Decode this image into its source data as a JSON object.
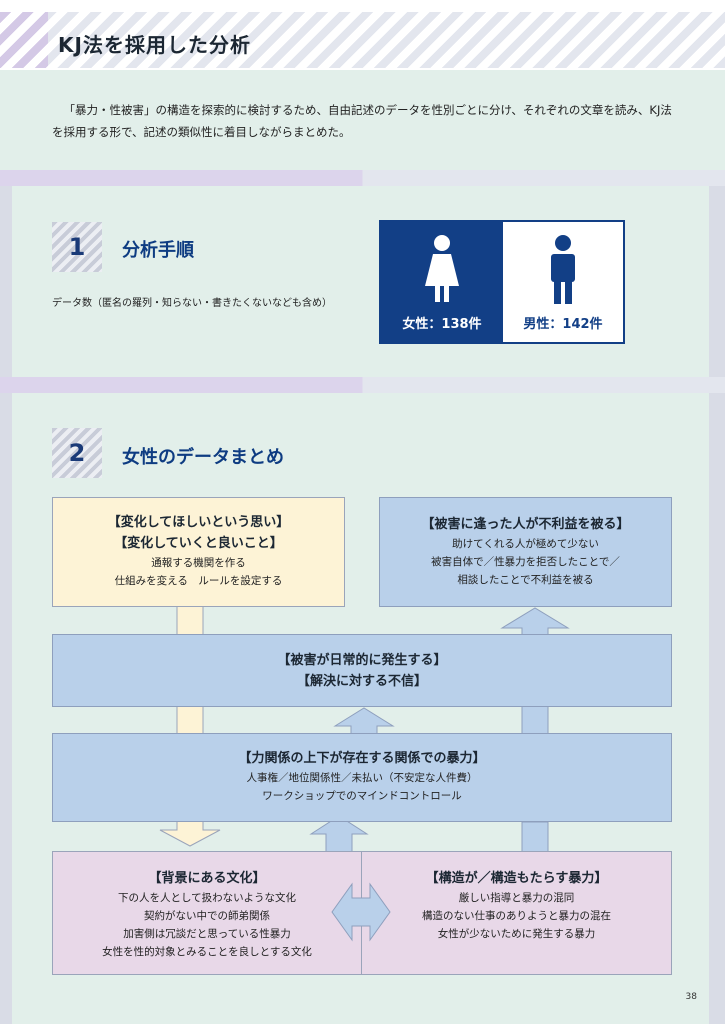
{
  "header": {
    "title": "KJ法を採用した分析"
  },
  "intro": {
    "text": "「暴力・性被害」の構造を探索的に検討するため、自由記述のデータを性別ごとに分け、それぞれの文章を読み、KJ法を採用する形で、記述の類似性に着目しながらまとめた。"
  },
  "section1": {
    "number": "1",
    "title": "分析手順",
    "note": "データ数（匿名の羅列・知らない・書きたくないなども含め）",
    "female_label": "女性：138件",
    "male_label": "男性：142件",
    "colors": {
      "female_bg": "#123f86",
      "male_fg": "#123f86"
    },
    "icons": {
      "female": "female-person-icon",
      "male": "male-person-icon"
    }
  },
  "section2": {
    "number": "2",
    "title": "女性のデータまとめ",
    "box_change": {
      "head1": "【変化してほしいという思い】",
      "head2": "【変化していくと良いこと】",
      "line1": "通報する機関を作る",
      "line2": "仕組みを変える　ルールを設定する"
    },
    "box_disadvantage": {
      "head": "【被害に逢った人が不利益を被る】",
      "line1": "助けてくれる人が極めて少ない",
      "line2": "被害自体で／性暴力を拒否したことで／",
      "line3": "相談したことで不利益を被る"
    },
    "box_daily": {
      "head1": "【被害が日常的に発生する】",
      "head2": "【解決に対する不信】"
    },
    "box_power": {
      "head": "【力関係の上下が存在する関係での暴力】",
      "line1": "人事権／地位関係性／未払い（不安定な人件費）",
      "line2": "ワークショップでのマインドコントロール"
    },
    "box_culture": {
      "head": "【背景にある文化】",
      "line1": "下の人を人として扱わないような文化",
      "line2": "契約がない中での師弟関係",
      "line3": "加害側は冗談だと思っている性暴力",
      "line4": "女性を性的対象とみることを良しとする文化"
    },
    "box_structure": {
      "head": "【構造が／構造もたらす暴力】",
      "line1": "厳しい指導と暴力の混同",
      "line2": "構造のない仕事のありようと暴力の混在",
      "line3": "女性が少ないために発生する暴力"
    }
  },
  "footer": {
    "page": "38"
  }
}
